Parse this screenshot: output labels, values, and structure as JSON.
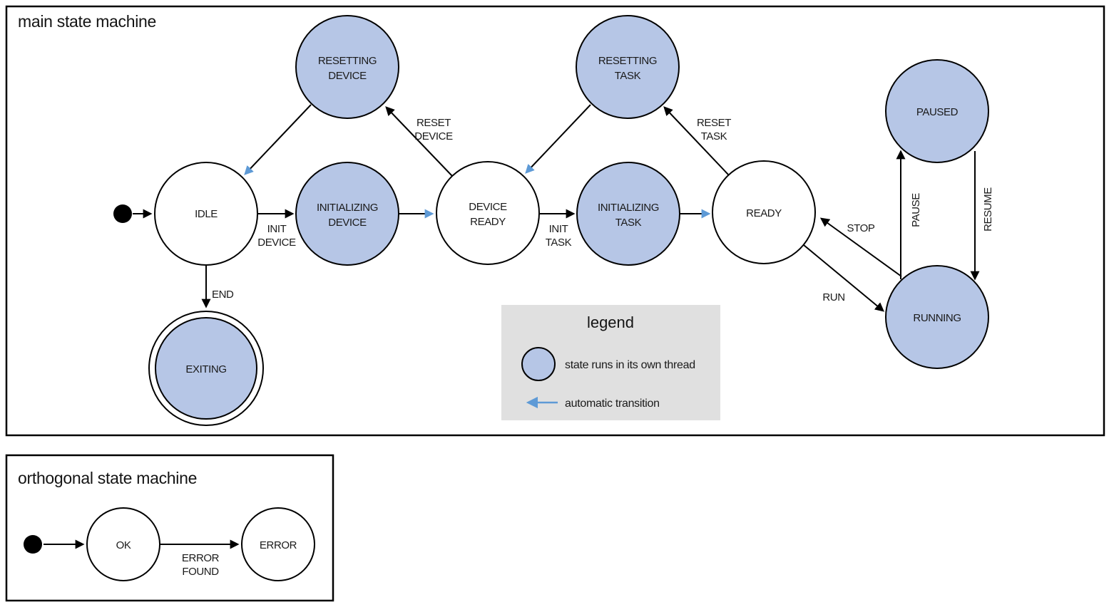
{
  "main_machine": {
    "title": "main state machine",
    "states": [
      {
        "name": "IDLE",
        "label_lines": [
          "IDLE"
        ],
        "threaded": false,
        "final": false
      },
      {
        "name": "RESETTING DEVICE",
        "label_lines": [
          "RESETTING",
          "DEVICE"
        ],
        "threaded": true,
        "final": false
      },
      {
        "name": "INITIALIZING DEVICE",
        "label_lines": [
          "INITIALIZING",
          "DEVICE"
        ],
        "threaded": true,
        "final": false
      },
      {
        "name": "DEVICE READY",
        "label_lines": [
          "DEVICE",
          "READY"
        ],
        "threaded": false,
        "final": false
      },
      {
        "name": "RESETTING TASK",
        "label_lines": [
          "RESETTING",
          "TASK"
        ],
        "threaded": true,
        "final": false
      },
      {
        "name": "INITIALIZING TASK",
        "label_lines": [
          "INITIALIZING",
          "TASK"
        ],
        "threaded": true,
        "final": false
      },
      {
        "name": "READY",
        "label_lines": [
          "READY"
        ],
        "threaded": false,
        "final": false
      },
      {
        "name": "PAUSED",
        "label_lines": [
          "PAUSED"
        ],
        "threaded": true,
        "final": false
      },
      {
        "name": "RUNNING",
        "label_lines": [
          "RUNNING"
        ],
        "threaded": true,
        "final": false
      },
      {
        "name": "EXITING",
        "label_lines": [
          "EXITING"
        ],
        "threaded": true,
        "final": true
      }
    ],
    "transitions": [
      {
        "from": "initial",
        "to": "IDLE",
        "label_lines": [],
        "automatic": false
      },
      {
        "from": "IDLE",
        "to": "INITIALIZING DEVICE",
        "label_lines": [
          "INIT",
          "DEVICE"
        ],
        "automatic": false
      },
      {
        "from": "INITIALIZING DEVICE",
        "to": "DEVICE READY",
        "label_lines": [],
        "automatic": true
      },
      {
        "from": "DEVICE READY",
        "to": "RESETTING DEVICE",
        "label_lines": [
          "RESET",
          "DEVICE"
        ],
        "automatic": false
      },
      {
        "from": "RESETTING DEVICE",
        "to": "IDLE",
        "label_lines": [],
        "automatic": true
      },
      {
        "from": "DEVICE READY",
        "to": "INITIALIZING TASK",
        "label_lines": [
          "INIT",
          "TASK"
        ],
        "automatic": false
      },
      {
        "from": "INITIALIZING TASK",
        "to": "READY",
        "label_lines": [],
        "automatic": true
      },
      {
        "from": "READY",
        "to": "RESETTING TASK",
        "label_lines": [
          "RESET",
          "TASK"
        ],
        "automatic": false
      },
      {
        "from": "RESETTING TASK",
        "to": "DEVICE READY",
        "label_lines": [],
        "automatic": true
      },
      {
        "from": "READY",
        "to": "RUNNING",
        "label_lines": [
          "RUN"
        ],
        "automatic": false
      },
      {
        "from": "RUNNING",
        "to": "READY",
        "label_lines": [
          "STOP"
        ],
        "automatic": false
      },
      {
        "from": "RUNNING",
        "to": "PAUSED",
        "label_lines": [
          "PAUSE"
        ],
        "automatic": false
      },
      {
        "from": "PAUSED",
        "to": "RUNNING",
        "label_lines": [
          "RESUME"
        ],
        "automatic": false
      },
      {
        "from": "IDLE",
        "to": "EXITING",
        "label_lines": [
          "END"
        ],
        "automatic": false
      }
    ]
  },
  "legend": {
    "title": "legend",
    "items": [
      {
        "symbol": "threaded-state-circle",
        "label": "state runs in its own thread"
      },
      {
        "symbol": "automatic-transition-arrow",
        "label": "automatic transition"
      }
    ]
  },
  "orthogonal_machine": {
    "title": "orthogonal state machine",
    "states": [
      {
        "name": "OK",
        "label_lines": [
          "OK"
        ],
        "threaded": false,
        "final": false
      },
      {
        "name": "ERROR",
        "label_lines": [
          "ERROR"
        ],
        "threaded": false,
        "final": false
      }
    ],
    "transitions": [
      {
        "from": "initial",
        "to": "OK",
        "label_lines": [],
        "automatic": false
      },
      {
        "from": "OK",
        "to": "ERROR",
        "label_lines": [
          "ERROR",
          "FOUND"
        ],
        "automatic": false
      }
    ]
  },
  "colors": {
    "threaded_state_fill": "#b6c6e6",
    "normal_state_fill": "#ffffff",
    "automatic_transition": "#5e9ad6",
    "legend_background": "#e0e0e0",
    "stroke": "#000000"
  }
}
